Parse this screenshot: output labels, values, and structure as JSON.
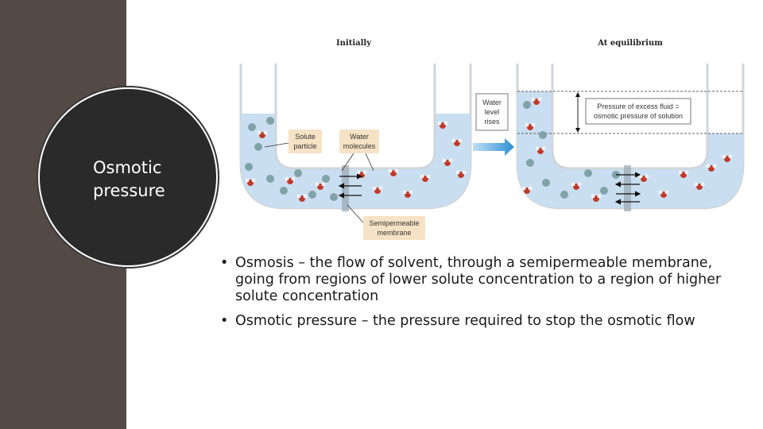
{
  "slide": {
    "title": "Osmotic pressure"
  },
  "figure": {
    "label_initial": "Initially",
    "label_equilibrium": "At equilibrium",
    "solute_particle": [
      "Solute",
      "particle"
    ],
    "water_molecules": [
      "Water",
      "molecules"
    ],
    "membrane": [
      "Semipermeable",
      "membrane"
    ],
    "water_level": [
      "Water",
      "level",
      "rises"
    ],
    "pressure_box": [
      "Pressure of excess fluid =",
      "osmotic pressure of solution"
    ],
    "colors": {
      "water": "#c9def0",
      "tube_glass": "#f4f6f8",
      "solute": "#7fa3a8",
      "oxygen": "#c0392b",
      "hydrogen": "#f2f2f2",
      "arrow_blue": "#2e8fd6",
      "callout_bg": "#f6e2c4"
    }
  },
  "bullets": [
    {
      "marker": "•",
      "text": "Osmosis – the flow of solvent, through a semipermeable membrane, going from regions of lower solute concentration to a region of higher solute concentration"
    },
    {
      "marker": "•",
      "text": "Osmotic pressure – the pressure required to stop the osmotic flow"
    }
  ]
}
